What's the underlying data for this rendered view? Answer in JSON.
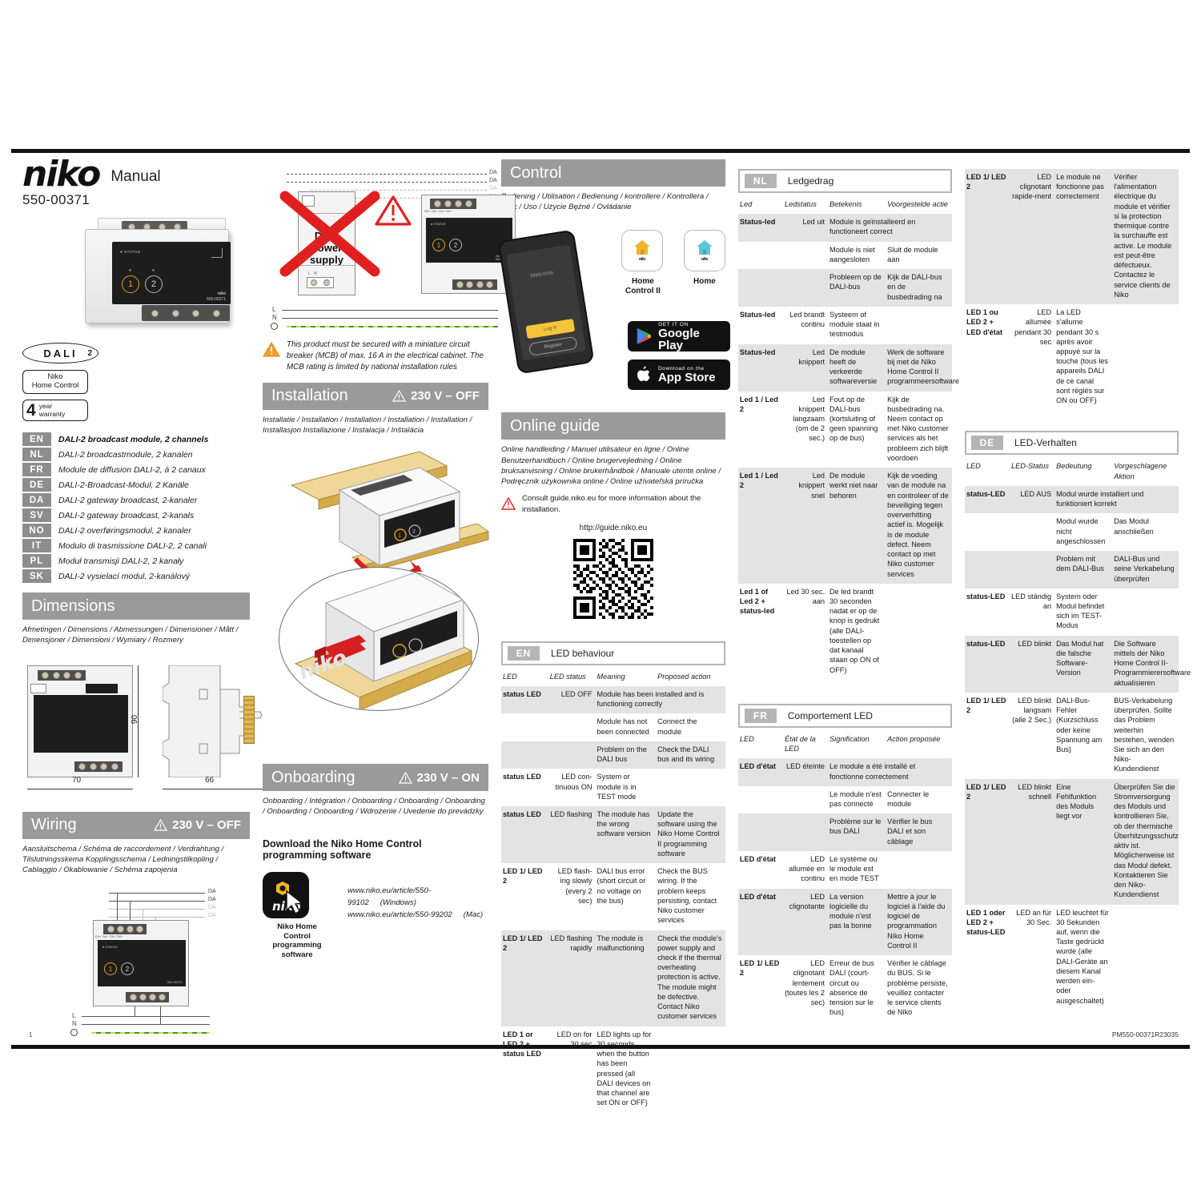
{
  "header": {
    "brand": "niko",
    "manual_label": "Manual",
    "article_number": "550-00371",
    "dali_badge": "DALI",
    "dali_badge_suffix": "2",
    "home_control_badge": "Niko\nHome Control",
    "warranty_number": "4",
    "warranty_text_1": "year",
    "warranty_text_2": "warranty"
  },
  "languages": [
    {
      "code": "EN",
      "text": "DALI-2 broadcast module, 2 channels"
    },
    {
      "code": "NL",
      "text": "DALI-2 broadcastmodule, 2 kanalen"
    },
    {
      "code": "FR",
      "text": "Module de diffusion DALI-2, à 2 canaux"
    },
    {
      "code": "DE",
      "text": "DALI-2-Broadcast-Modul, 2 Kanäle"
    },
    {
      "code": "DA",
      "text": "DALI-2 gateway broadcast, 2-kanaler"
    },
    {
      "code": "SV",
      "text": "DALI-2 gateway broadcast, 2-kanals"
    },
    {
      "code": "NO",
      "text": "DALI-2 overføringsmodul, 2 kanaler"
    },
    {
      "code": "IT",
      "text": "Modulo di trasmissione DALI-2, 2 canali"
    },
    {
      "code": "PL",
      "text": "Moduł transmisji DALI-2, 2 kanały"
    },
    {
      "code": "SK",
      "text": "DALI-2 vysielací modul, 2-kanálový"
    }
  ],
  "sections": {
    "dimensions": {
      "title": "Dimensions",
      "subtitle": "Afmetingen / Dimensions / Abmessungen / Dimensioner / Mått / Dimensjoner / Dimensioni / Wymiary / Rozmery",
      "width_mm": "70",
      "depth_mm": "66",
      "height_mm": "90"
    },
    "wiring": {
      "title": "Wiring",
      "voltage_note": "230 V – OFF",
      "subtitle": "Aansluitschema / Schéma de raccordement / Verdrahtung / Tilslutningsskema Kopplingsschema / Ledningstilkopling / Cablaggio / Okablowanie / Schéma zapojenia",
      "label_da": "DA",
      "label_l": "L",
      "label_n": "N"
    },
    "installation": {
      "title": "Installation",
      "voltage_note": "230 V – OFF",
      "subtitle": "Installatie / Installation / Installation / Installation / Installation / Installasjon Installazione / Instalacja / Inštalácia"
    },
    "onboarding": {
      "title": "Onboarding",
      "voltage_note": "230 V – ON",
      "subtitle": "Onboarding / Intégration / Onboarding / Onboarding / Onboarding / Onboarding / Onboarding / Wdrożenie / Uvedenie do prevádzky",
      "download_title": "Download the Niko Home Control programming software",
      "icon_caption": "Niko Home Control programming software",
      "links": [
        {
          "url": "www.niko.eu/article/550-99102",
          "os": "(Windows)"
        },
        {
          "url": "www.niko.eu/article/550-99202",
          "os": "(Mac)"
        }
      ]
    },
    "dali_power_supply": {
      "label": "DALI power supply",
      "note": "This product must be secured with a miniature circuit breaker (MCB) of max. 16 A in the electrical cabinet. The MCB rating is limited by national installation rules"
    },
    "control": {
      "title": "Control",
      "subtitle": "Bediening / Utilisation / Bedienung / kontrollere / Kontrollera / Bruk / Uso / Użycie Bężné / Ovládanie",
      "phone_welcome": "Welcome",
      "phone_button_primary": "Log in",
      "phone_button_secondary": "Register",
      "apps": [
        {
          "name": "niko",
          "label": "Home Control II",
          "color": "#f0b429"
        },
        {
          "name": "niko",
          "label": "Home",
          "color": "#5bc8d4"
        }
      ],
      "stores": [
        {
          "small": "GET IT ON",
          "big": "Google Play",
          "icon": "google-play-icon"
        },
        {
          "small": "Download on the",
          "big": "App Store",
          "icon": "apple-icon"
        }
      ]
    },
    "online_guide": {
      "title": "Online guide",
      "subtitle": "Online handleiding / Manuel utilisateur en ligne / Online Benutzerhandbuch / Online brugervejledning / Online bruksanvisning / Online brukerhåndbok / Manuale utente online / Podręcznik użykownika online / Online užívateľská príručka",
      "warning": "Consult guide.niko.eu for more information about the installation.",
      "url": "http://guide.niko.eu"
    }
  },
  "tables": {
    "en": {
      "tag": "EN",
      "title": "LED behaviour",
      "headers": [
        "LED",
        "LED status",
        "Meaning",
        "Proposed action"
      ],
      "rows": [
        {
          "shade": true,
          "c1": "status LED",
          "c2": "LED OFF",
          "c3": "Module has been installed and is functioning correctly",
          "c4": "",
          "span34": true
        },
        {
          "shade": false,
          "c1": "",
          "c2": "",
          "c3": "Module has not been connected",
          "c4": "Connect the module"
        },
        {
          "shade": true,
          "c1": "",
          "c2": "",
          "c3": "Problem on the DALI bus",
          "c4": "Check the DALI bus and its wiring"
        },
        {
          "shade": false,
          "c1": "status LED",
          "c2": "LED con-tinuous ON",
          "c3": "System or module is in TEST mode",
          "c4": ""
        },
        {
          "shade": true,
          "c1": "status LED",
          "c2": "LED flashing",
          "c3": "The module has the wrong software version",
          "c4": "Update the software using the Niko Home Control II programming software"
        },
        {
          "shade": false,
          "c1": "LED 1/ LED 2",
          "c2": "LED flash-ing slowly (every 2 sec)",
          "c3": "DALI bus error (short circuit or no voltage on the bus)",
          "c4": "Check the BUS wiring. If the problem keeps persisting, contact Niko customer services"
        },
        {
          "shade": true,
          "c1": "LED 1/ LED 2",
          "c2": "LED flashing rapidly",
          "c3": "The module is malfunctioning",
          "c4": "Check the module's power supply and check if the thermal overheating protection is active. The module might be defective. Contact Niko customer services"
        },
        {
          "shade": false,
          "c1": "LED 1 or LED 2 + status LED",
          "c2": "LED on for 30 sec",
          "c3": "LED lights up for 30 seconds when the button has been pressed (all DALI devices on that channel are set ON or OFF)",
          "c4": ""
        }
      ]
    },
    "nl": {
      "tag": "NL",
      "title": "Ledgedrag",
      "headers": [
        "Led",
        "Ledstatus",
        "Betekenis",
        "Voorgestelde actie"
      ],
      "rows": [
        {
          "shade": true,
          "c1": "Status-led",
          "c2": "Led uit",
          "c3": "Module is geïnstalleerd en functioneert correct",
          "c4": "",
          "span34": true
        },
        {
          "shade": false,
          "c1": "",
          "c2": "",
          "c3": "Module is niet aangesloten",
          "c4": "Sluit de module aan"
        },
        {
          "shade": true,
          "c1": "",
          "c2": "",
          "c3": "Probleem op de DALI-bus",
          "c4": "Kijk de DALI-bus en de busbedrading na"
        },
        {
          "shade": false,
          "c1": "Status-led",
          "c2": "Led brandt continu",
          "c3": "Systeem of module staat in testmodus",
          "c4": ""
        },
        {
          "shade": true,
          "c1": "Status-led",
          "c2": "Led knippert",
          "c3": "De module heeft de verkeerde softwareversie",
          "c4": "Werk de software bij met de Niko Home Control II programmeersoftware"
        },
        {
          "shade": false,
          "c1": "Led 1 / Led 2",
          "c2": "Led knippert langzaam (om de 2 sec.)",
          "c3": "Fout op de DALI-bus (kortsluiting of geen spanning op de bus)",
          "c4": "Kijk de busbedrading na. Neem contact op met Niko customer services als het probleem zich blijft voordoen"
        },
        {
          "shade": true,
          "c1": "Led 1 / Led 2",
          "c2": "Led knippert snel",
          "c3": "De module werkt niet naar behoren",
          "c4": "Kijk de voeding van de module na en controleer of de beveiliging tegen oververhitting actief is. Mogelijk is de module defect. Neem contact op met Niko customer services"
        },
        {
          "shade": false,
          "c1": "Led 1 of Led 2 + status-led",
          "c2": "Led 30 sec. aan",
          "c3": "De led brandt 30 seconden nadat er op de knop is gedrukt (alle DALI-toestellen op dat kanaal staan op ON of OFF)",
          "c4": ""
        }
      ]
    },
    "fr": {
      "tag": "FR",
      "title": "Comportement LED",
      "headers": [
        "LED",
        "État de la LED",
        "Signification",
        "Action proposée"
      ],
      "rows": [
        {
          "shade": true,
          "c1": "LED d'état",
          "c2": "LED éteinte",
          "c3": "Le module a été installé et fonctionne correctement",
          "c4": "",
          "span34": true
        },
        {
          "shade": false,
          "c1": "",
          "c2": "",
          "c3": "Le module n'est pas connecté",
          "c4": "Connecter le module"
        },
        {
          "shade": true,
          "c1": "",
          "c2": "",
          "c3": "Problème sur le bus DALI",
          "c4": "Vérifier le bus DALI et son câblage"
        },
        {
          "shade": false,
          "c1": "LED d'état",
          "c2": "LED allumée en continu",
          "c3": "Le système ou le module est en mode TEST",
          "c4": ""
        },
        {
          "shade": true,
          "c1": "LED d'état",
          "c2": "LED clignotante",
          "c3": "La version logicielle du module n'est pas la bonne",
          "c4": "Mettre à jour le logiciel à l'aide du logiciel de programmation Niko Home Control II"
        },
        {
          "shade": false,
          "c1": "LED 1/ LED 2",
          "c2": "LED clignotant lentement (toutes les 2 sec)",
          "c3": "Erreur de bus DALI (court-circuit ou absence de tension sur le bus)",
          "c4": "Vérifier le câblage du BUS. Si le problème persiste, veuillez contacter le service clients de Niko"
        }
      ],
      "rows_cont": [
        {
          "shade": true,
          "c1": "LED 1/ LED 2",
          "c2": "LED clignotant rapide-ment",
          "c3": "Le module ne fonctionne pas correctement",
          "c4": "Vérifier l'alimentation électrique du module et vérifier si la protection thermique contre la surchauffe est active. Le module est peut-être défectueux. Contactez le service clients de Niko"
        },
        {
          "shade": false,
          "c1": "LED 1 ou LED 2 + LED d'état",
          "c2": "LED allumée pendant 30 sec",
          "c3": "La LED s'allume pendant 30 s après avoir appuyé sur la touche (tous les appareils DALI de ce canal sont réglés sur ON ou OFF)",
          "c4": ""
        }
      ]
    },
    "de": {
      "tag": "DE",
      "title": "LED-Verhalten",
      "headers": [
        "LED",
        "LED-Status",
        "Bedeutung",
        "Vorgeschlagene Aktion"
      ],
      "rows": [
        {
          "shade": true,
          "c1": "status-LED",
          "c2": "LED AUS",
          "c3": "Modul wurde installiert und funktioniert korrekt",
          "c4": "",
          "span34": true
        },
        {
          "shade": false,
          "c1": "",
          "c2": "",
          "c3": "Modul wurde nicht angeschlossen",
          "c4": "Das Modul anschließen"
        },
        {
          "shade": true,
          "c1": "",
          "c2": "",
          "c3": "Problem mit dem DALI-Bus",
          "c4": "DALI-Bus und seine Verkabelung überprüfen"
        },
        {
          "shade": false,
          "c1": "status-LED",
          "c2": "LED ständig an",
          "c3": "System oder Modul befindet sich im TEST-Modus",
          "c4": ""
        },
        {
          "shade": true,
          "c1": "status-LED",
          "c2": "LED blinkt",
          "c3": "Das Modul hat die falsche Software-Version",
          "c4": "Die Software mittels der Niko Home Control II-Programmierersoftware aktualisieren"
        },
        {
          "shade": false,
          "c1": "LED 1/ LED 2",
          "c2": "LED blinkt langsam (alle 2 Sec.)",
          "c3": "DALI-Bus-Fehler (Kurzschluss oder keine Spannung am Bus)",
          "c4": "BUS-Verkabelung überprüfen. Sollte das Problem weiterhin bestehen, wenden Sie sich an den Niko-Kundendienst"
        },
        {
          "shade": true,
          "c1": "LED 1/ LED 2",
          "c2": "LED blinkt schnell",
          "c3": "Eine Fehlfunktion des Moduls liegt vor",
          "c4": "Überprüfen Sie die Stromversorgung des Moduls und kontrollieren Sie, ob der thermische Überhitzungsschutz aktiv ist. Möglicherweise ist das Modul defekt. Kontaktieren Sie den Niko-Kundendienst"
        },
        {
          "shade": false,
          "c1": "LED 1 oder LED 2 + status-LED",
          "c2": "LED an für 30 Sec.",
          "c3": "LED leuchtet für 30 Sekunden auf, wenn die Taste gedrückt wurde (alle DALI-Geräte an diesem Kanal werden ein- oder ausgeschaltet)",
          "c4": ""
        }
      ]
    }
  },
  "footer": {
    "page_number": "1",
    "doc_code": "PM550-00371R23035"
  }
}
